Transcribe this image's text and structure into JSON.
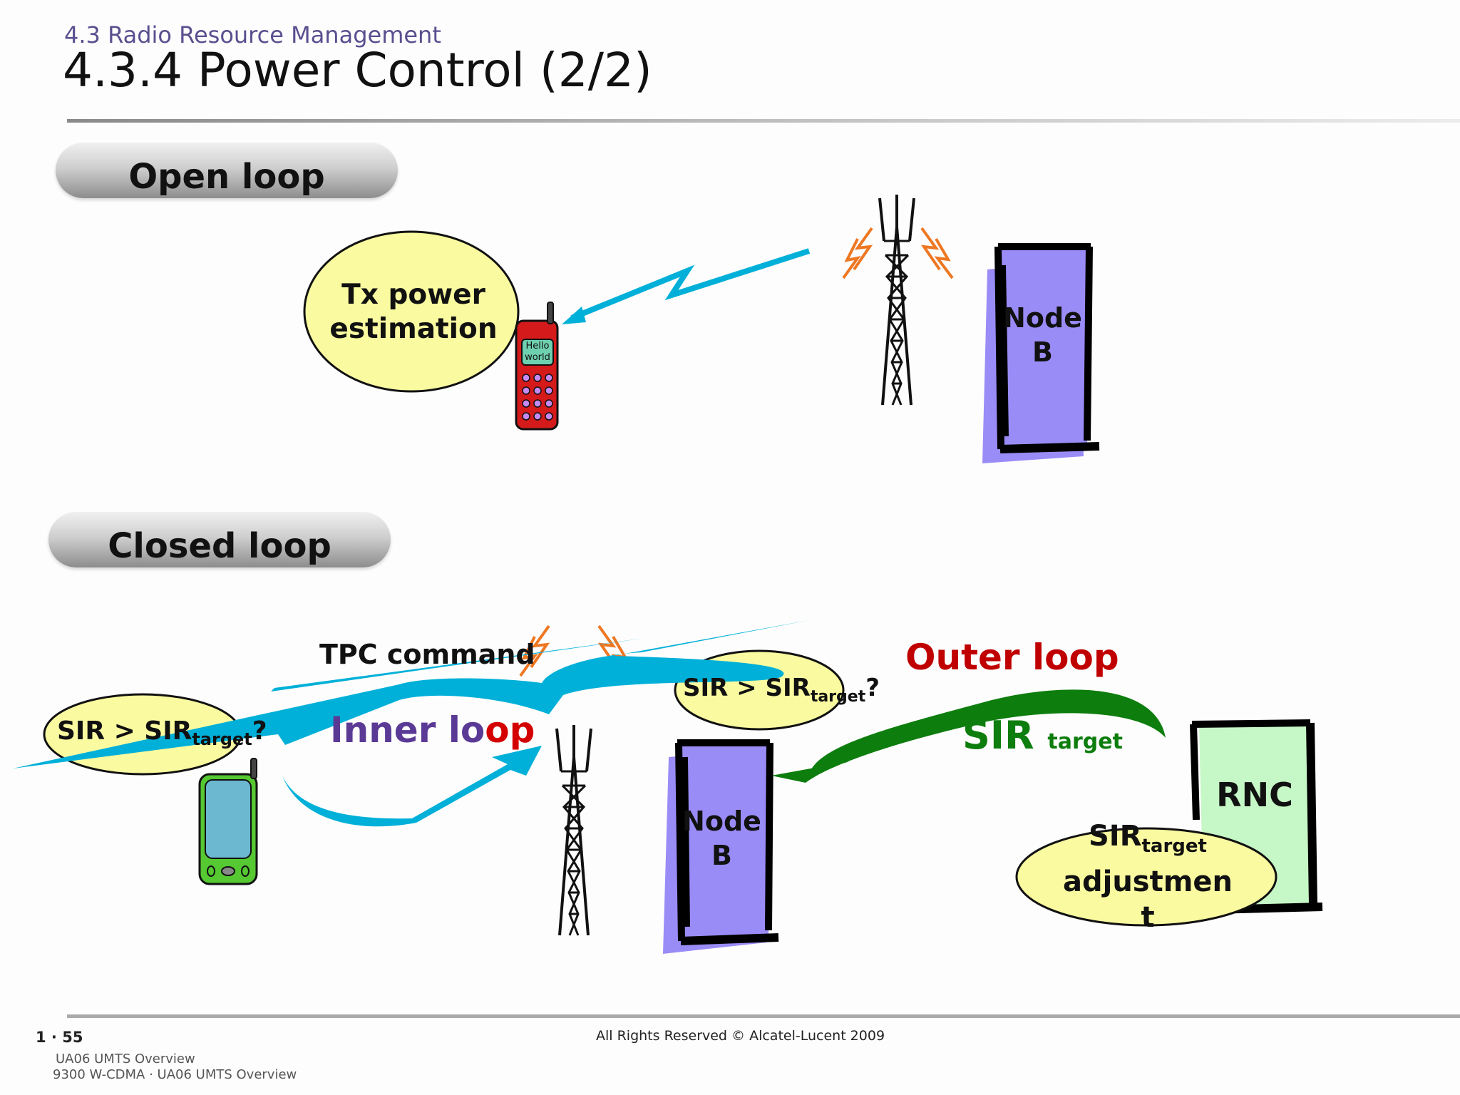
{
  "header": {
    "section": "4.3 Radio Resource Management",
    "title": "4.3.4 Power Control (2/2)"
  },
  "open_loop": {
    "label": "Open loop",
    "bubble_line1": "Tx power",
    "bubble_line2": "estimation",
    "phone_screen_line1": "Hello",
    "phone_screen_line2": "world",
    "node_line1": "Node",
    "node_line2": "B"
  },
  "closed_loop": {
    "label": "Closed loop",
    "tpc_command": "TPC command",
    "left_bubble_main": "SIR > SIR",
    "left_bubble_sub": "target",
    "left_bubble_end": "?",
    "inner_loop_a": "Inner lo",
    "inner_loop_b": "op",
    "compare_main": "SIR > SIR",
    "compare_sub": "target",
    "compare_end": "?",
    "outer_loop": "Outer loop",
    "sir_main": "SIR",
    "sir_sub": "target",
    "node_line1": "Node",
    "node_line2": "B",
    "rnc": "RNC",
    "adjust_main": "SIR",
    "adjust_sub": "target",
    "adjust_line2": "adjustmen",
    "adjust_line3": "t"
  },
  "footer": {
    "page": "1 · 55",
    "copyright": "All Rights Reserved © Alcatel-Lucent 2009",
    "course1": "UA06 UMTS Overview",
    "course2": "9300 W-CDMA · UA06 UMTS Overview"
  },
  "colors": {
    "accent": "#5a4f8f",
    "bubble": "#fafaa0",
    "node": "#9a8cf7",
    "rnc": "#c6f7c6",
    "link_blue": "#00b0d8",
    "outer_green": "#0d7d0d",
    "outer_red": "#c00000",
    "inner_purple": "#5b3a96"
  },
  "icons": [
    "phone-icon",
    "antenna-tower-icon",
    "radio-wave-icon",
    "lightning-link-icon",
    "arrow-icon"
  ]
}
